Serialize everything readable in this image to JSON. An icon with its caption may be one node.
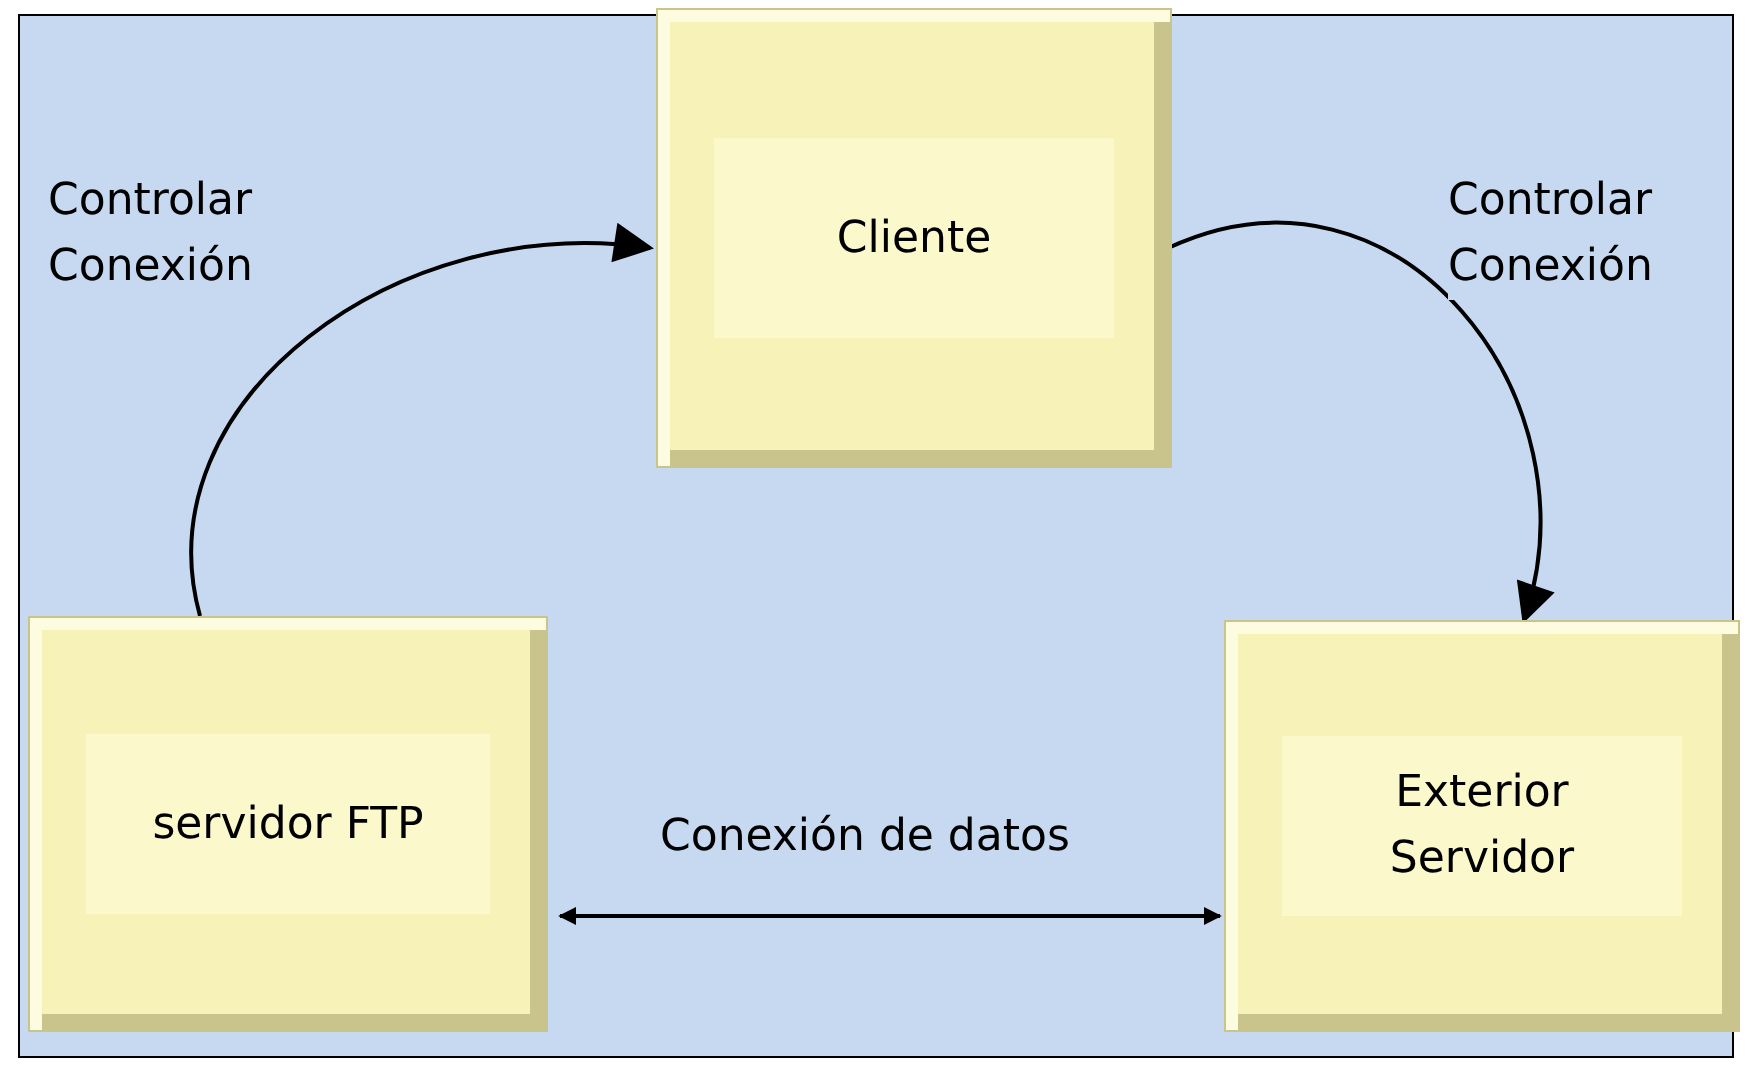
{
  "diagram": {
    "nodes": [
      {
        "text": [
          "Cliente"
        ]
      },
      {
        "text": [
          "servidor FTP"
        ]
      },
      {
        "text": [
          "Exterior Servidor"
        ]
      }
    ],
    "edges": [
      {
        "from": 1,
        "to": 0,
        "arrow": "to",
        "label": "Controlar Conexión"
      },
      {
        "from": 0,
        "to": 2,
        "arrow": "to",
        "label": "Controlar Conexión"
      },
      {
        "from": 1,
        "to": 2,
        "arrow": "both",
        "label": "Conexión de datos"
      }
    ]
  }
}
